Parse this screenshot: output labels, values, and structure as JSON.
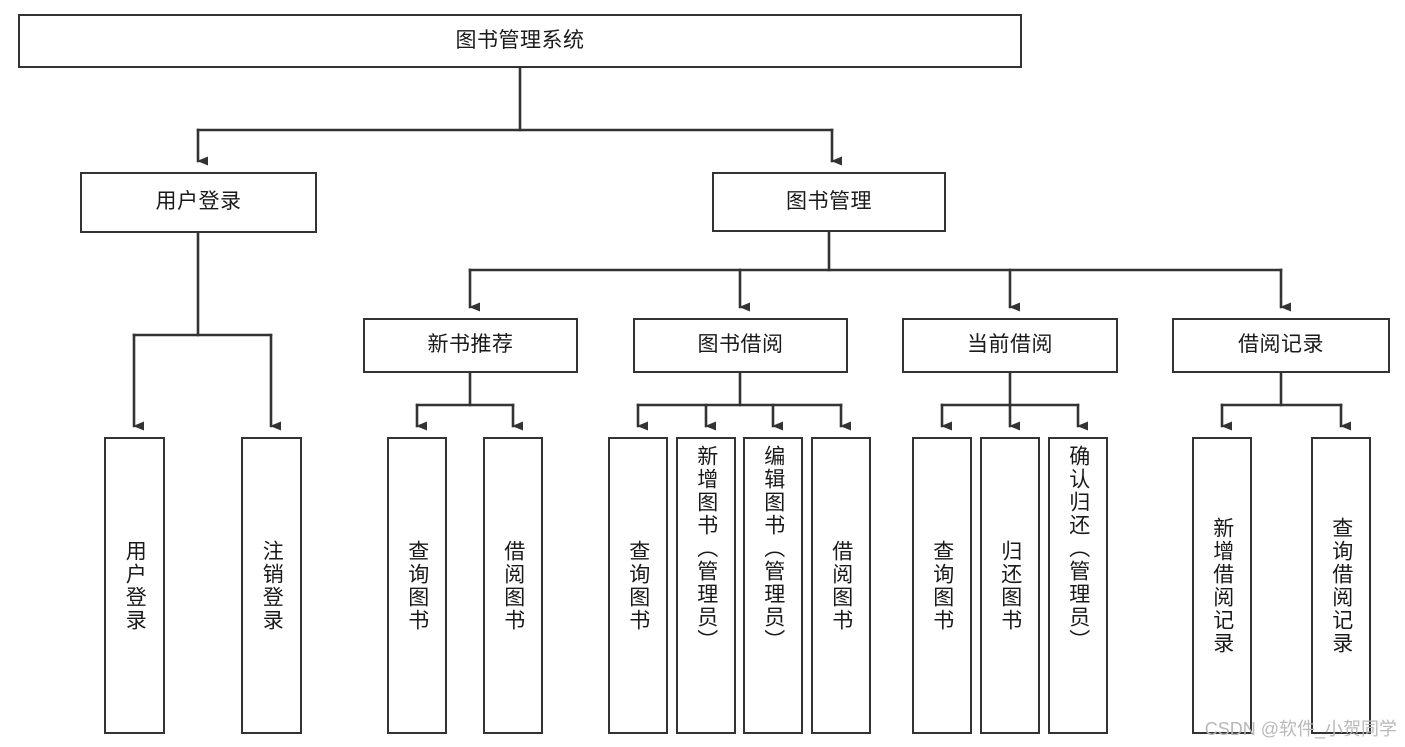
{
  "diagram": {
    "title": "图书管理系统",
    "type": "tree",
    "background_color": "#ffffff",
    "line_color": "#333333",
    "box_fill": "#ffffff",
    "text_color": "#1a1a1a"
  },
  "nodes": {
    "root": {
      "label": "图书管理系统"
    },
    "level1": [
      {
        "label": "用户登录"
      },
      {
        "label": "图书管理"
      }
    ],
    "level2": [
      {
        "label": "新书推荐"
      },
      {
        "label": "图书借阅"
      },
      {
        "label": "当前借阅"
      },
      {
        "label": "借阅记录"
      }
    ],
    "leaves_user_login": [
      {
        "label": "用户登录"
      },
      {
        "label": "注销登录"
      }
    ],
    "leaves_new_books": [
      {
        "label": "查询图书"
      },
      {
        "label": "借阅图书"
      }
    ],
    "leaves_book_borrow": [
      {
        "label": "查询图书"
      },
      {
        "label": "新增图书（管理员）"
      },
      {
        "label": "编辑图书（管理员）"
      },
      {
        "label": "借阅图书"
      }
    ],
    "leaves_current_borrow": [
      {
        "label": "查询图书"
      },
      {
        "label": "归还图书"
      },
      {
        "label": "确认归还（管理员）"
      }
    ],
    "leaves_borrow_records": [
      {
        "label": "新增借阅记录"
      },
      {
        "label": "查询借阅记录"
      }
    ]
  },
  "watermark": {
    "text": "CSDN @软件_小贺同学"
  }
}
